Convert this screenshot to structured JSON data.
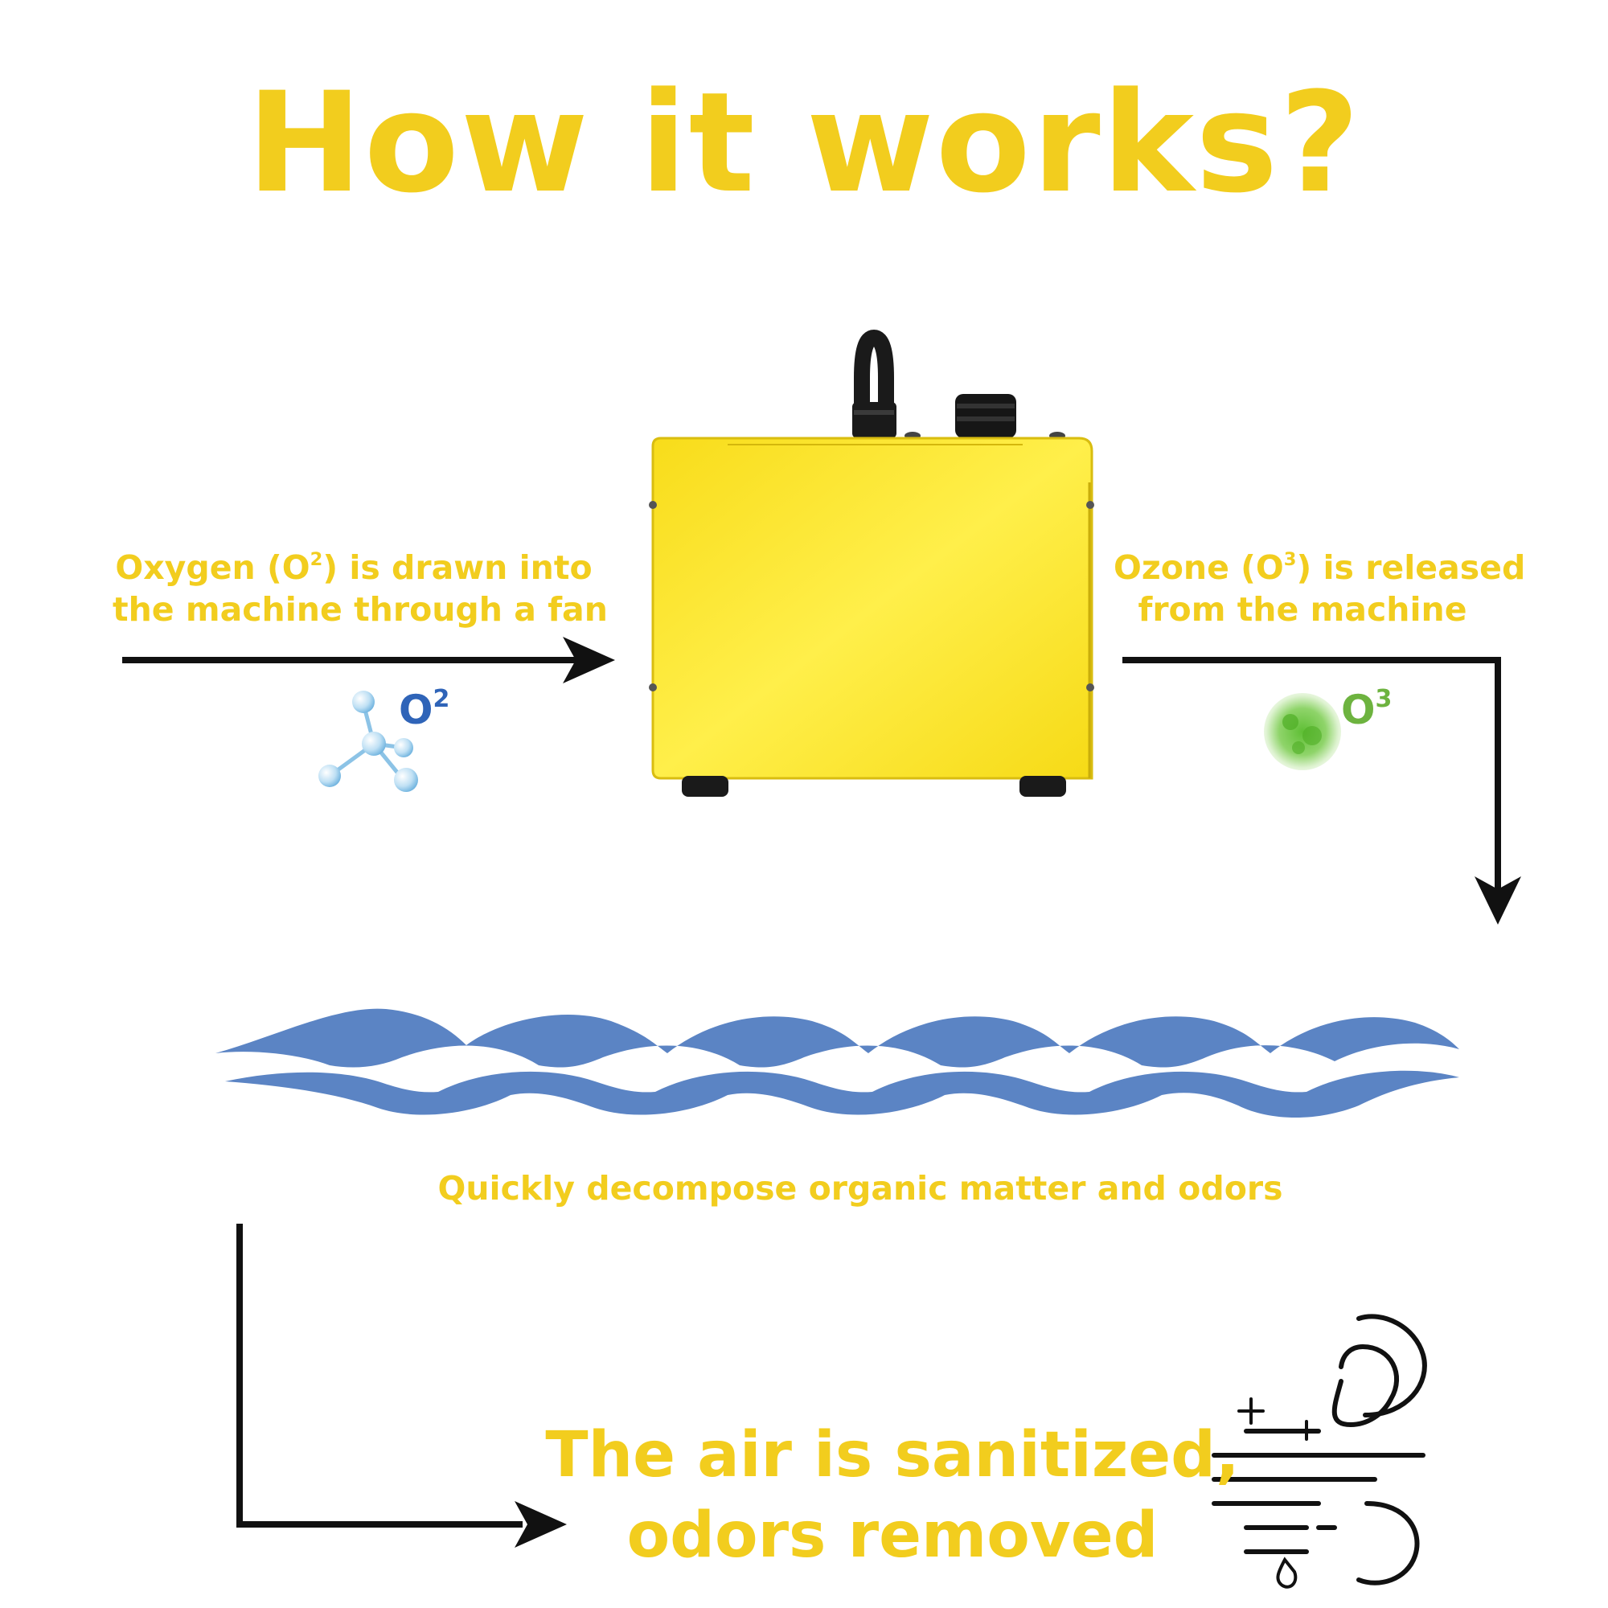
{
  "title": "How it works?",
  "steps": {
    "intake": {
      "line1_prefix": "Oxygen (O",
      "line1_sup": "2",
      "line1_suffix": ") is drawn into",
      "line2": "the machine through a fan"
    },
    "release": {
      "line1_prefix": "Ozone (O",
      "line1_sup": "3",
      "line1_suffix": ") is released",
      "line2": "from the machine"
    },
    "decompose": "Quickly decompose organic matter and odors",
    "result": {
      "line1": "The air is sanitized,",
      "line2": "odors removed"
    }
  },
  "molecules": {
    "oxygen": {
      "base": "O",
      "sup": "2"
    },
    "ozone": {
      "base": "O",
      "sup": "3"
    }
  },
  "colors": {
    "accent_yellow": "#F2CD1E",
    "oxygen_blue": "#2F64B8",
    "ozone_green": "#6DB33F",
    "wave_blue": "#5B84C4",
    "machine_yellow": "#FFE82E",
    "arrow_black": "#111111"
  },
  "icons": {
    "machine": "ozone-generator-machine",
    "oxygen": "oxygen-molecule-icon",
    "ozone": "ozone-bubble-icon",
    "fresh_air": "fresh-air-wind-icon"
  }
}
